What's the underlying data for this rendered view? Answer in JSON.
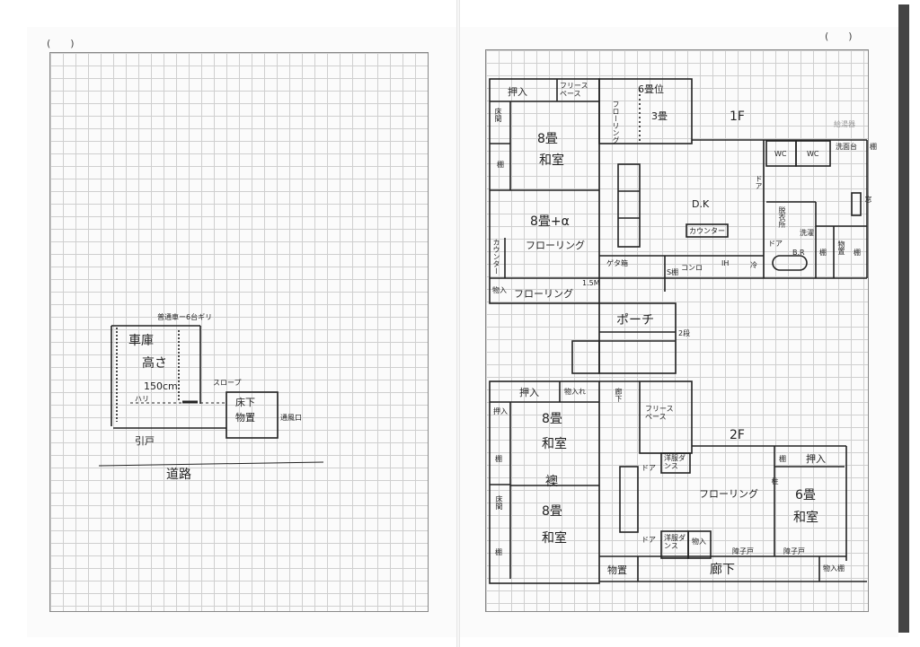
{
  "left_page": {
    "header": "(　　)",
    "labels": {
      "car_type": "普通車ー6台ギリ",
      "garage": "車庫",
      "height": "高さ",
      "height_value": "150cm",
      "beam": "ハリ",
      "slope": "スロープ",
      "under_floor": "床下",
      "storage": "物置",
      "vent": "通風口",
      "sliding_door": "引戸",
      "road": "道路"
    }
  },
  "right_page": {
    "header": "(　　)",
    "floor1": {
      "title": "1F",
      "rooms": {
        "closet": "押入",
        "free_space": "フリースペース",
        "tokonoma": "床間",
        "shelf": "棚",
        "room8_jp": "8畳",
        "washitsu": "和室",
        "room_6": "6畳位",
        "flooring_v": "フローリング",
        "room_3": "3畳",
        "room8_plus": "8畳+α",
        "flooring": "フローリング",
        "counter_v": "カウンター",
        "closet2": "物入",
        "flooring2": "フローリング",
        "measure": "1.5M",
        "shoe_shelf": "ゲタ箱",
        "s_shelf": "S棚",
        "porch": "ポーチ",
        "steps": "2段",
        "dk": "D.K",
        "counter": "カウンター",
        "stove": "コンロ",
        "ih": "IH",
        "fridge": "冷",
        "wc1": "WC",
        "wc2": "WC",
        "washbasin": "洗面台",
        "shelf2": "棚",
        "dressing": "脱衣所",
        "laundry": "洗濯",
        "door": "ドア",
        "bath": "B.R",
        "shelf3": "棚",
        "storage": "物置",
        "shelf4": "棚",
        "water_heater": "給湯器",
        "window": "窓",
        "door2": "ドア"
      }
    },
    "floor2": {
      "title": "2F",
      "rooms": {
        "closet": "押入",
        "closet_small": "物入れ",
        "closet_v": "押入",
        "room8_a": "8畳",
        "washitsu_a": "和室",
        "shelf": "棚",
        "fusuma": "襖",
        "tokonoma": "床間",
        "room8_b": "8畳",
        "washitsu_b": "和室",
        "shelf2": "棚",
        "corridor_top": "廊下",
        "free_space": "フリースペース",
        "door": "ドア",
        "wardrobe1": "洋服ダンス",
        "flooring": "フローリング",
        "shelf3": "棚",
        "closet2": "押入",
        "pillar": "柱",
        "room6": "6畳",
        "washitsu_c": "和室",
        "door2": "ドア",
        "wardrobe2": "洋服ダンス",
        "closet3": "物入",
        "partition1": "障子戸",
        "partition2": "障子戸",
        "storage": "物置",
        "corridor": "廊下",
        "closet_shelf": "物入棚"
      }
    }
  }
}
